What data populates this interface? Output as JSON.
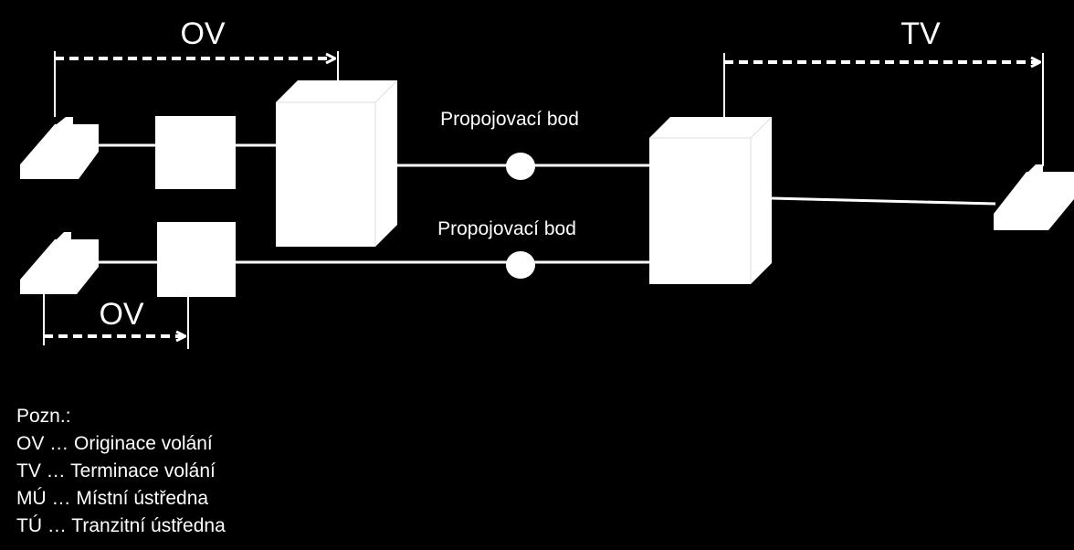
{
  "diagram": {
    "ov_top_label": "OV",
    "tv_label": "TV",
    "ov_bottom_label": "OV",
    "interconnect_upper_label": "Propojovací bod",
    "interconnect_lower_label": "Propojovací bod"
  },
  "legend": {
    "title": "Pozn.:",
    "items": [
      "OV … Originace volání",
      "TV … Terminace volání",
      "MÚ … Místní ústředna",
      "TÚ … Tranzitní ústředna"
    ]
  },
  "colors": {
    "background": "#000000",
    "foreground": "#ffffff"
  }
}
